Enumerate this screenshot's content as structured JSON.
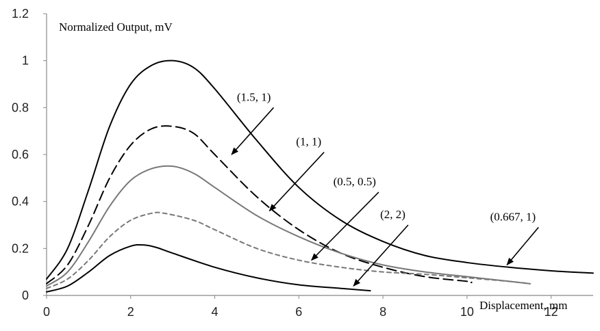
{
  "chart_data": {
    "type": "line",
    "title": "",
    "xlabel": "Displacement, mm",
    "ylabel": "Normalized Output, mV",
    "xlim": [
      0,
      13
    ],
    "ylim": [
      0,
      1.2
    ],
    "xticks": [
      0,
      2,
      4,
      6,
      8,
      10,
      12
    ],
    "yticks": [
      0,
      0.2,
      0.4,
      0.6,
      0.8,
      1,
      1.2
    ],
    "xtick_labels": [
      "0",
      "2",
      "4",
      "6",
      "8",
      "10",
      "12"
    ],
    "ytick_labels": [
      "0",
      "0.2",
      "0.4",
      "0.6",
      "0.8",
      "1",
      "1.2"
    ],
    "grid": false,
    "legend": "none",
    "series": [
      {
        "key": "s_0667_1",
        "color": "#000000",
        "dash": "solid",
        "x": [
          0,
          0.5,
          1,
          1.5,
          2,
          2.5,
          3,
          3.5,
          4,
          5,
          6,
          7,
          8,
          9,
          10,
          11,
          12,
          13
        ],
        "y": [
          0.07,
          0.2,
          0.45,
          0.72,
          0.9,
          0.98,
          1.0,
          0.97,
          0.88,
          0.66,
          0.46,
          0.32,
          0.23,
          0.17,
          0.14,
          0.12,
          0.105,
          0.095
        ]
      },
      {
        "key": "s_15_1",
        "color": "#000000",
        "dash": "long-dash",
        "x": [
          0,
          0.5,
          1,
          1.5,
          2,
          2.5,
          3,
          3.5,
          4,
          5,
          6,
          7,
          8,
          9,
          10,
          10.1
        ],
        "y": [
          0.05,
          0.13,
          0.3,
          0.5,
          0.64,
          0.71,
          0.72,
          0.69,
          0.6,
          0.42,
          0.28,
          0.18,
          0.12,
          0.08,
          0.06,
          0.055
        ]
      },
      {
        "key": "s_1_1",
        "color": "#777777",
        "dash": "solid",
        "x": [
          0,
          0.5,
          1,
          1.5,
          2,
          2.5,
          3,
          3.5,
          4,
          5,
          6,
          7,
          8,
          9,
          10,
          11,
          11.5
        ],
        "y": [
          0.04,
          0.1,
          0.23,
          0.38,
          0.49,
          0.54,
          0.55,
          0.52,
          0.46,
          0.34,
          0.25,
          0.18,
          0.13,
          0.1,
          0.08,
          0.06,
          0.05
        ]
      },
      {
        "key": "s_05_05",
        "color": "#777777",
        "dash": "short-dash",
        "x": [
          0,
          0.5,
          1,
          1.5,
          2,
          2.5,
          2.8,
          3.5,
          4,
          5,
          6,
          7,
          8,
          9,
          10,
          11,
          11.5
        ],
        "y": [
          0.03,
          0.07,
          0.15,
          0.25,
          0.32,
          0.35,
          0.35,
          0.32,
          0.28,
          0.2,
          0.15,
          0.12,
          0.1,
          0.09,
          0.075,
          0.06,
          0.05
        ]
      },
      {
        "key": "s_2_2",
        "color": "#000000",
        "dash": "solid",
        "x": [
          0,
          0.5,
          1,
          1.5,
          2,
          2.3,
          2.6,
          3,
          4,
          5,
          6,
          7,
          7.7
        ],
        "y": [
          0.015,
          0.04,
          0.1,
          0.17,
          0.21,
          0.215,
          0.205,
          0.18,
          0.12,
          0.075,
          0.045,
          0.03,
          0.02
        ]
      }
    ],
    "annotations": [
      {
        "text": "(1.5, 1)",
        "target_series": "s_15_1",
        "arrow_tail": [
          5.4,
          0.8
        ],
        "arrow_head": [
          4.4,
          0.6
        ]
      },
      {
        "text": "(1, 1)",
        "target_series": "s_1_1",
        "arrow_tail": [
          6.6,
          0.61
        ],
        "arrow_head": [
          5.3,
          0.36
        ]
      },
      {
        "text": "(0.5, 0.5)",
        "target_series": "s_05_05",
        "arrow_tail": [
          7.9,
          0.44
        ],
        "arrow_head": [
          6.3,
          0.15
        ]
      },
      {
        "text": "(2, 2)",
        "target_series": "s_2_2",
        "arrow_tail": [
          8.6,
          0.3
        ],
        "arrow_head": [
          7.3,
          0.04
        ]
      },
      {
        "text": "(0.667, 1)",
        "target_series": "s_0667_1",
        "arrow_tail": [
          11.7,
          0.29
        ],
        "arrow_head": [
          10.95,
          0.13
        ]
      }
    ]
  }
}
